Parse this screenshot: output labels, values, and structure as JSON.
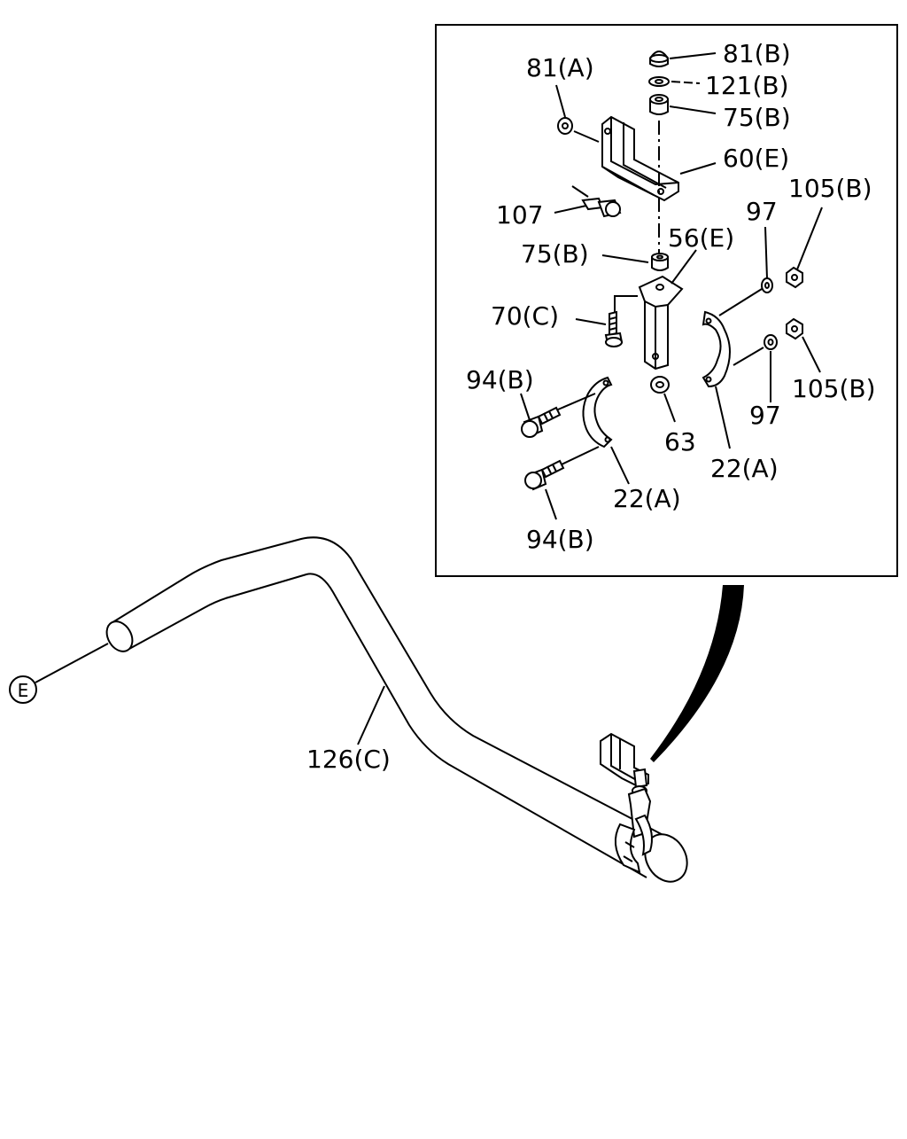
{
  "diagram": {
    "callouts": {
      "n81A": "81(A)",
      "n81B": "81(B)",
      "n121B": "121(B)",
      "n75B_top": "75(B)",
      "n60E": "60(E)",
      "n107": "107",
      "n97_top": "97",
      "n105B_top": "105(B)",
      "n75B_low": "75(B)",
      "n56E": "56(E)",
      "n70C": "70(C)",
      "n94B_top": "94(B)",
      "n63": "63",
      "n97_low": "97",
      "n105B_low": "105(B)",
      "n22A_right": "22(A)",
      "n22A_left": "22(A)",
      "n94B_low": "94(B)",
      "n126C": "126(C)",
      "ref_E": "E"
    }
  }
}
